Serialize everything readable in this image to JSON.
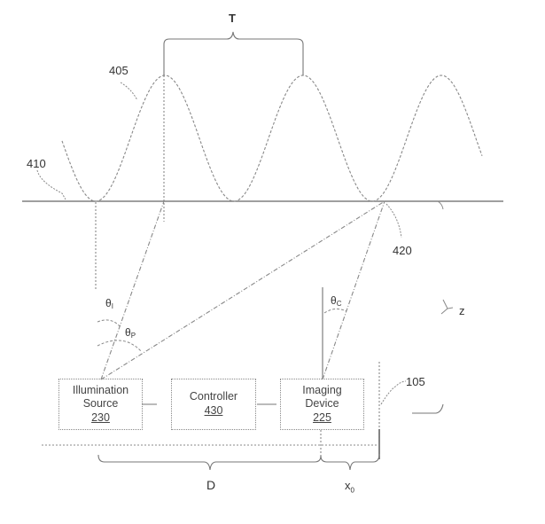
{
  "figure": {
    "labels": {
      "period": "T",
      "fringe_pattern_ref": "405",
      "surface_ref": "410",
      "point_ref": "420",
      "axis_z": "z",
      "system_ref": "105",
      "baseline_distance": "D",
      "offset_symbol": "x",
      "offset_subscript": "0"
    },
    "angles": [
      {
        "symbol": "θ",
        "subscript": "I"
      },
      {
        "symbol": "θ",
        "subscript": "P"
      },
      {
        "symbol": "θ",
        "subscript": "C"
      }
    ],
    "boxes": [
      {
        "line1": "Illumination",
        "line2": "Source",
        "ref": "230"
      },
      {
        "line1": "Controller",
        "line2": "",
        "ref": "430"
      },
      {
        "line1": "Imaging",
        "line2": "Device",
        "ref": "225"
      }
    ],
    "line_color": "#777777"
  }
}
